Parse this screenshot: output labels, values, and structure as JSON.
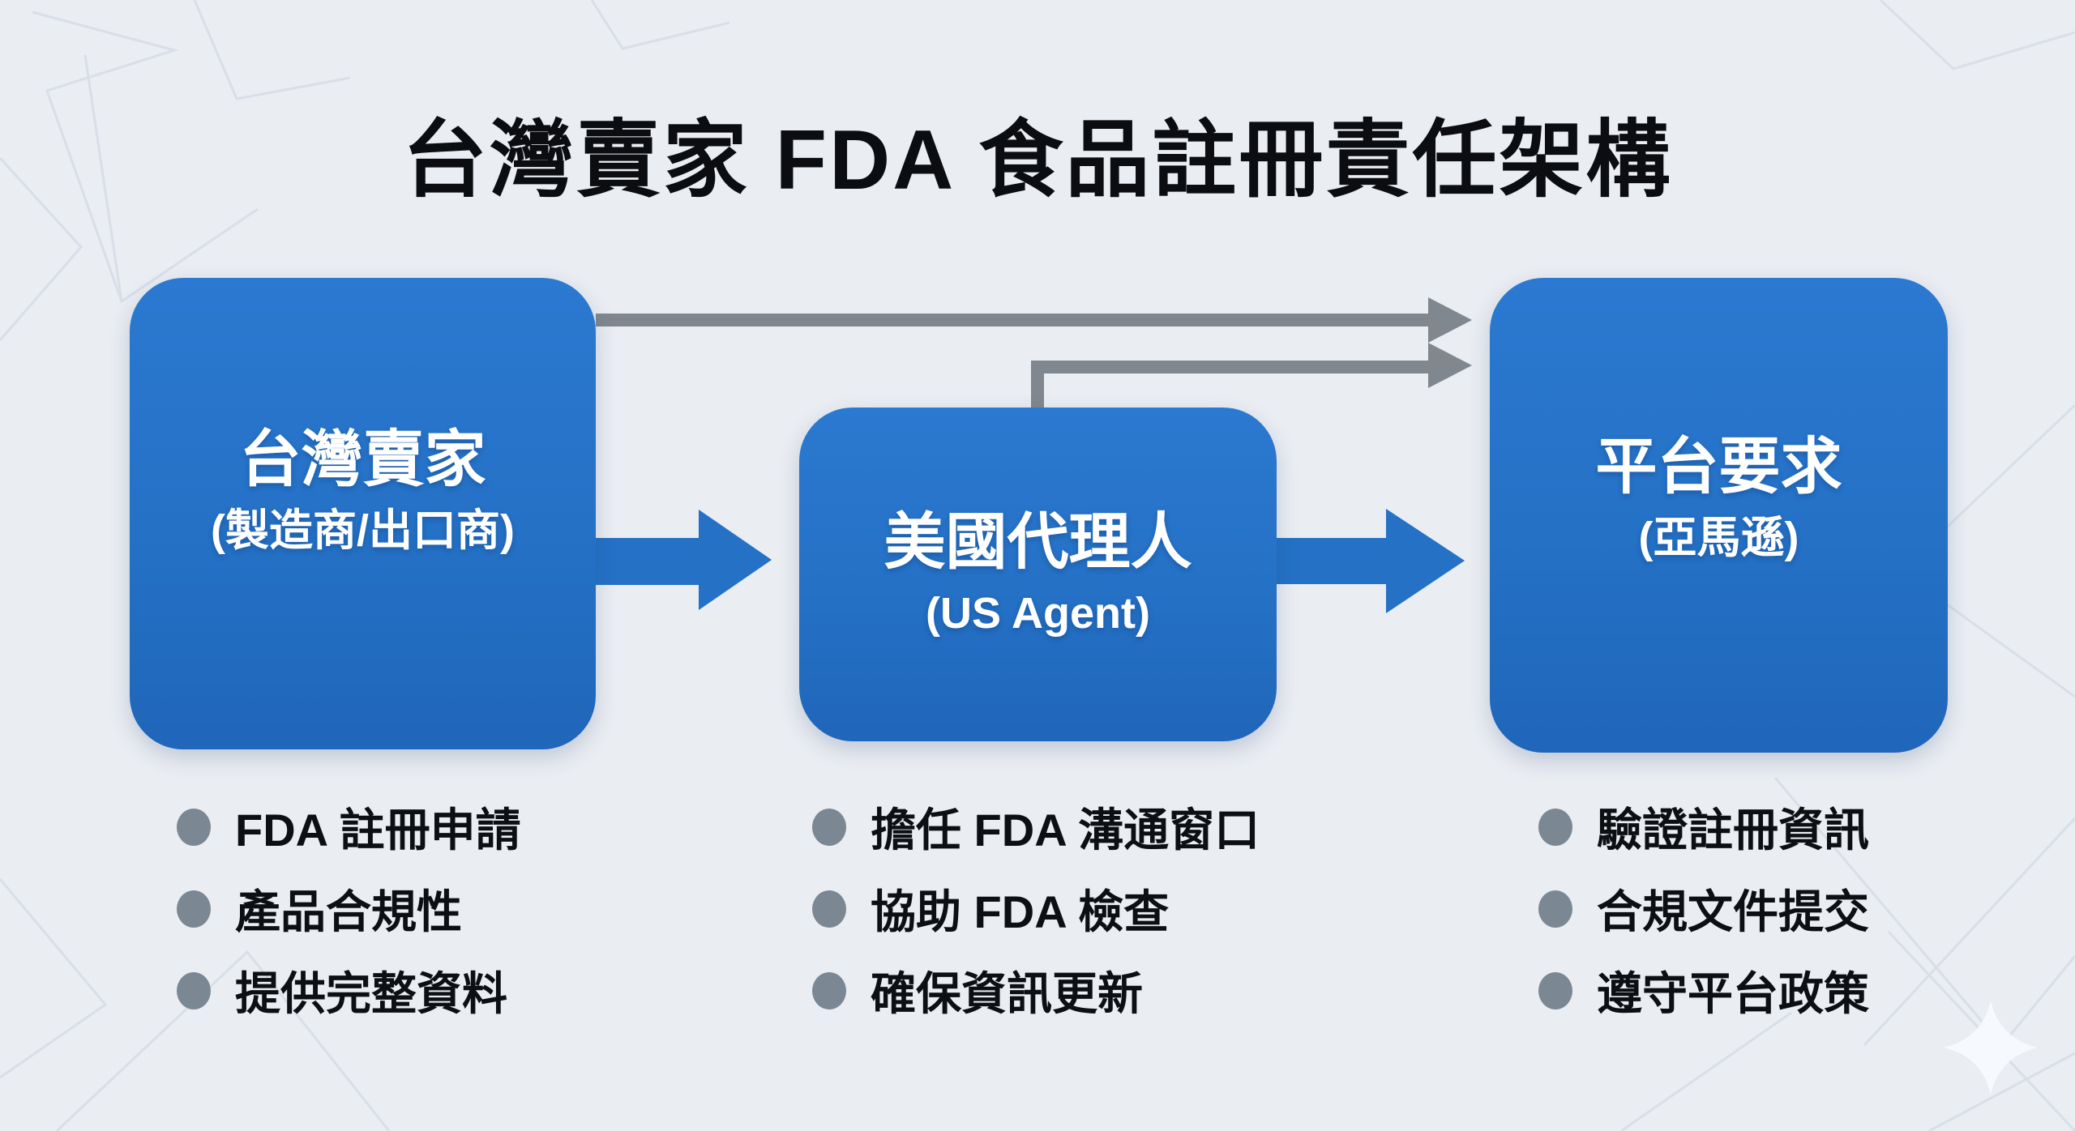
{
  "title": "台灣賣家 FDA 食品註冊責任架構",
  "colors": {
    "background": "#EAEDF2",
    "box_blue": "#2471C6",
    "arrow_gray": "#81878F",
    "bullet_dot": "#7B8793",
    "title_text": "#0B0D10",
    "box_text": "#FFFFFF",
    "mesh_line": "#CED5E0",
    "sparkle": "#F7FAFD"
  },
  "columns": [
    {
      "id": "taiwan-seller",
      "box": {
        "title": "台灣賣家",
        "subtitle": "(製造商/出口商)"
      },
      "bullets": [
        "FDA 註冊申請",
        "產品合規性",
        "提供完整資料"
      ]
    },
    {
      "id": "us-agent",
      "box": {
        "title": "美國代理人",
        "subtitle": "(US Agent)"
      },
      "bullets": [
        "擔任 FDA 溝通窗口",
        "協助 FDA 檢查",
        "確保資訊更新"
      ]
    },
    {
      "id": "platform-requirements",
      "box": {
        "title": "平台要求",
        "subtitle": "(亞馬遜)"
      },
      "bullets": [
        "驗證註冊資訊",
        "合規文件提交",
        "遵守平台政策"
      ]
    }
  ],
  "icons": {
    "bullet": "filled-circle",
    "sparkle": "four-pointed-star"
  }
}
